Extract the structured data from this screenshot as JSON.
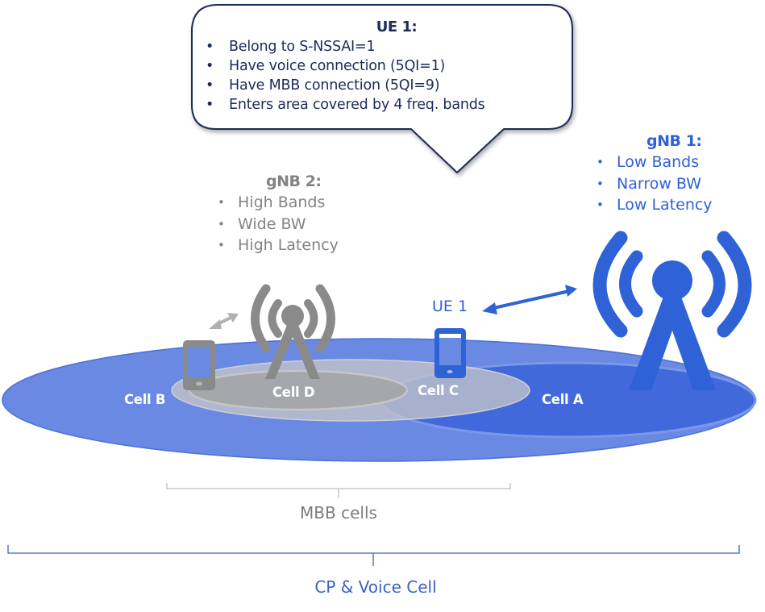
{
  "colors": {
    "primary_blue": "#2f62d6",
    "cell_b_fill": "#6a89e2",
    "cell_a_fill": "#4169dc",
    "mbb_gray": "#8a8a8a",
    "cell_c_fill": "#b5b8c4",
    "cell_d_fill": "#a3a3a3",
    "callout_border": "#1d2a5a",
    "callout_text": "#1d2a5a",
    "mbb_brace": "#c8c8c8",
    "cp_brace": "#3a62c8"
  },
  "callout": {
    "title": "UE 1:",
    "items": [
      "Belong to S-NSSAI=1",
      "Have voice connection (5QI=1)",
      "Have MBB connection (5QI=9)",
      "Enters area covered by 4 freq. bands"
    ]
  },
  "gnb1": {
    "title": "gNB 1:",
    "items": [
      "Low Bands",
      "Narrow BW",
      "Low Latency"
    ],
    "icon": "antenna-tower-icon"
  },
  "gnb2": {
    "title": "gNB 2:",
    "items": [
      "High Bands",
      "Wide BW",
      "High Latency"
    ],
    "icon": "antenna-tower-icon"
  },
  "ue": {
    "label": "UE 1",
    "icon": "smartphone-icon"
  },
  "cells": {
    "a": "Cell A",
    "b": "Cell B",
    "c": "Cell C",
    "d": "Cell D"
  },
  "braces": {
    "mbb": "MBB cells",
    "cp": "CP & Voice Cell"
  }
}
